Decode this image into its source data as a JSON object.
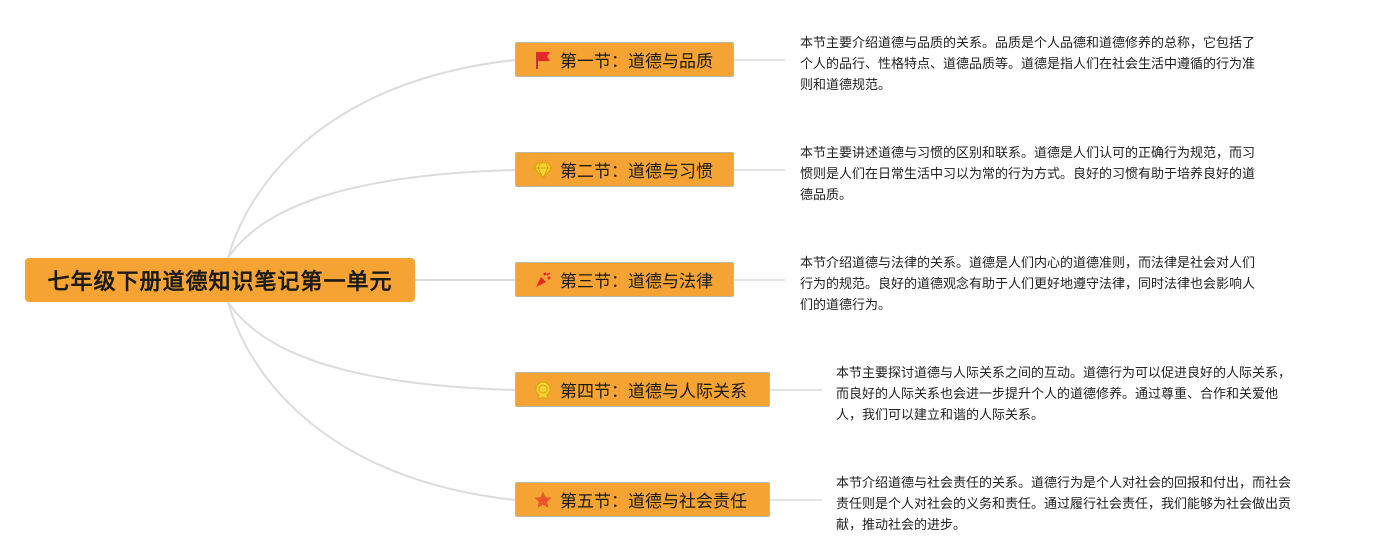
{
  "root": {
    "title": "七年级下册道德知识笔记第一单元"
  },
  "sections": [
    {
      "label": "第一节：道德与品质",
      "icon": "red-flag-icon",
      "description_lines": [
        "本节主要介绍道德与品质的关系。品质是个人品德和道德修养的总称，它包括了",
        "个人的品行、性格特点、道德品质等。道德是指人们在社会生活中遵循的行为准",
        "则和道德规范。"
      ]
    },
    {
      "label": "第二节：道德与习惯",
      "icon": "diamond-icon",
      "description_lines": [
        "本节主要讲述道德与习惯的区别和联系。道德是人们认可的正确行为规范，而习",
        "惯则是人们在日常生活中习以为常的行为方式。良好的习惯有助于培养良好的道",
        "德品质。"
      ]
    },
    {
      "label": "第三节：道德与法律",
      "icon": "party-popper-icon",
      "description_lines": [
        "本节介绍道德与法律的关系。道德是人们内心的道德准则，而法律是社会对人们",
        "行为的规范。良好的道德观念有助于人们更好地遵守法律，同时法律也会影响人",
        "们的道德行为。"
      ]
    },
    {
      "label": "第四节：道德与人际关系",
      "icon": "medal-icon",
      "description_lines": [
        "本节主要探讨道德与人际关系之间的互动。道德行为可以促进良好的人际关系，",
        "而良好的人际关系也会进一步提升个人的道德修养。通过尊重、合作和关爱他",
        "人，我们可以建立和谐的人际关系。"
      ]
    },
    {
      "label": "第五节：道德与社会责任",
      "icon": "star-icon",
      "description_lines": [
        "本节介绍道德与社会责任的关系。道德行为是个人对社会的回报和付出，而社会",
        "责任则是个人对社会的义务和责任。通过履行社会责任，我们能够为社会做出贡",
        "献，推动社会的进步。"
      ]
    }
  ],
  "colors": {
    "node_fill": "#f5a333",
    "connector": "#dcdcdc"
  }
}
